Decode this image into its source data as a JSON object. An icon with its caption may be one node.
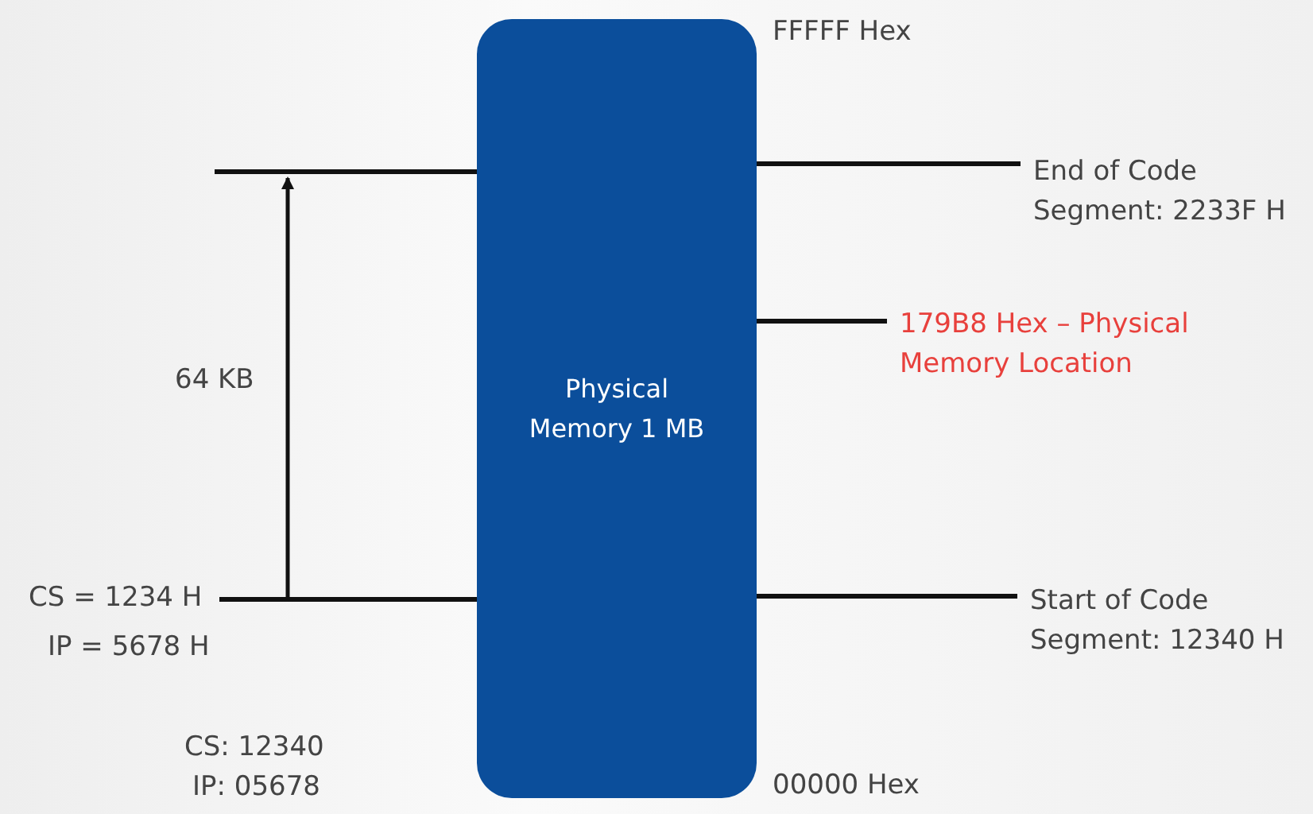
{
  "diagram": {
    "nodes": [
      {
        "text": [
          "Physical Memory 1 MB"
        ],
        "beside": [
          "FFFFF Hex",
          "00000 Hex"
        ]
      },
      {
        "text": [
          "CS = 1234 H"
        ]
      },
      {
        "text": [
          "End of Code Segment: 2233F H"
        ]
      },
      {
        "text": [
          "179B8 Hex – Physical Memory Location"
        ]
      },
      {
        "text": [
          "Start of Code Segment: 12340 H"
        ]
      }
    ],
    "edges": [
      {
        "from": 1,
        "to": 0,
        "arrow": "none"
      },
      {
        "from": 0,
        "to": 2,
        "arrow": "none"
      },
      {
        "from": 0,
        "to": 3,
        "arrow": "none"
      },
      {
        "from": 0,
        "to": 4,
        "arrow": "none"
      },
      {
        "from": null,
        "to": 0,
        "arrow": "none"
      }
    ],
    "labels": [
      "64 KB",
      "IP = 5678 H",
      "CS: 12340",
      "IP: 05678"
    ]
  }
}
